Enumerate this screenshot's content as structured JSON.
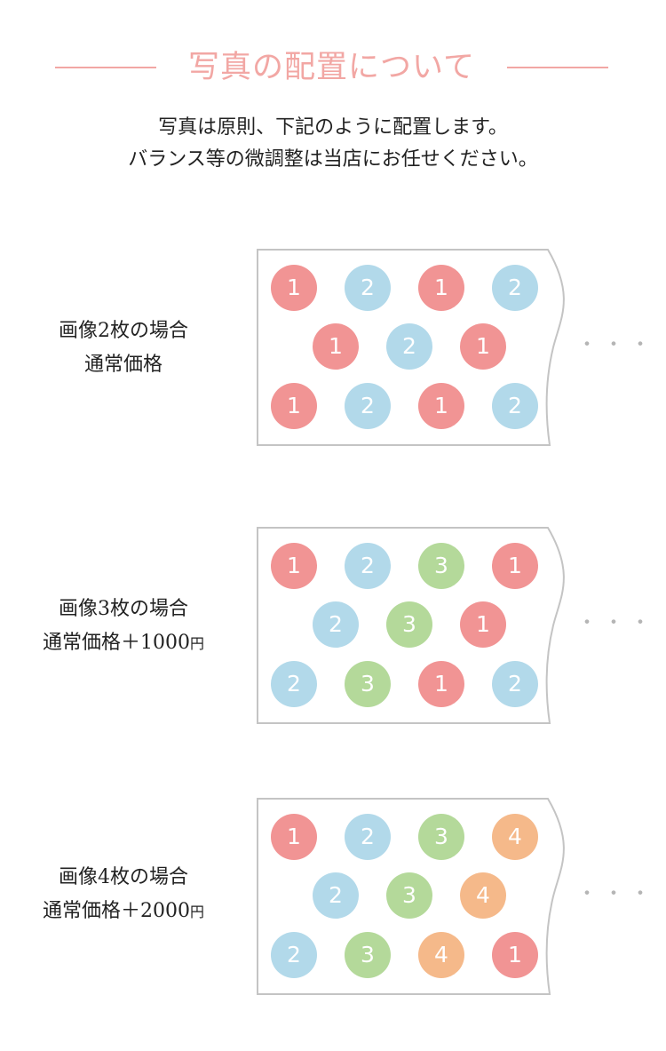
{
  "header": {
    "title": "写真の配置について"
  },
  "intro": {
    "line1": "写真は原則、下記のように配置します。",
    "line2": "バランス等の微調整は当店にお任せください。"
  },
  "colors": {
    "accent": "#f2a7a4",
    "photo_1": "#f19494",
    "photo_2": "#b2d9ea",
    "photo_3": "#b4d99a",
    "photo_4": "#f5b98a",
    "sheet_border": "#c4c4c4"
  },
  "ellipsis": "・・・",
  "patterns": [
    {
      "label_line1": "画像2枚の場合",
      "label_line2": "通常価格",
      "rows": [
        [
          "1",
          "2",
          "1",
          "2"
        ],
        [
          "1",
          "2",
          "1"
        ],
        [
          "1",
          "2",
          "1",
          "2"
        ]
      ]
    },
    {
      "label_line1": "画像3枚の場合",
      "label_line2_main": "通常価格＋1000",
      "label_line2_unit": "円",
      "rows": [
        [
          "1",
          "2",
          "3",
          "1"
        ],
        [
          "2",
          "3",
          "1"
        ],
        [
          "2",
          "3",
          "1",
          "2"
        ]
      ]
    },
    {
      "label_line1": "画像4枚の場合",
      "label_line2_main": "通常価格＋2000",
      "label_line2_unit": "円",
      "rows": [
        [
          "1",
          "2",
          "3",
          "4"
        ],
        [
          "2",
          "3",
          "4"
        ],
        [
          "2",
          "3",
          "4",
          "1"
        ]
      ]
    }
  ]
}
